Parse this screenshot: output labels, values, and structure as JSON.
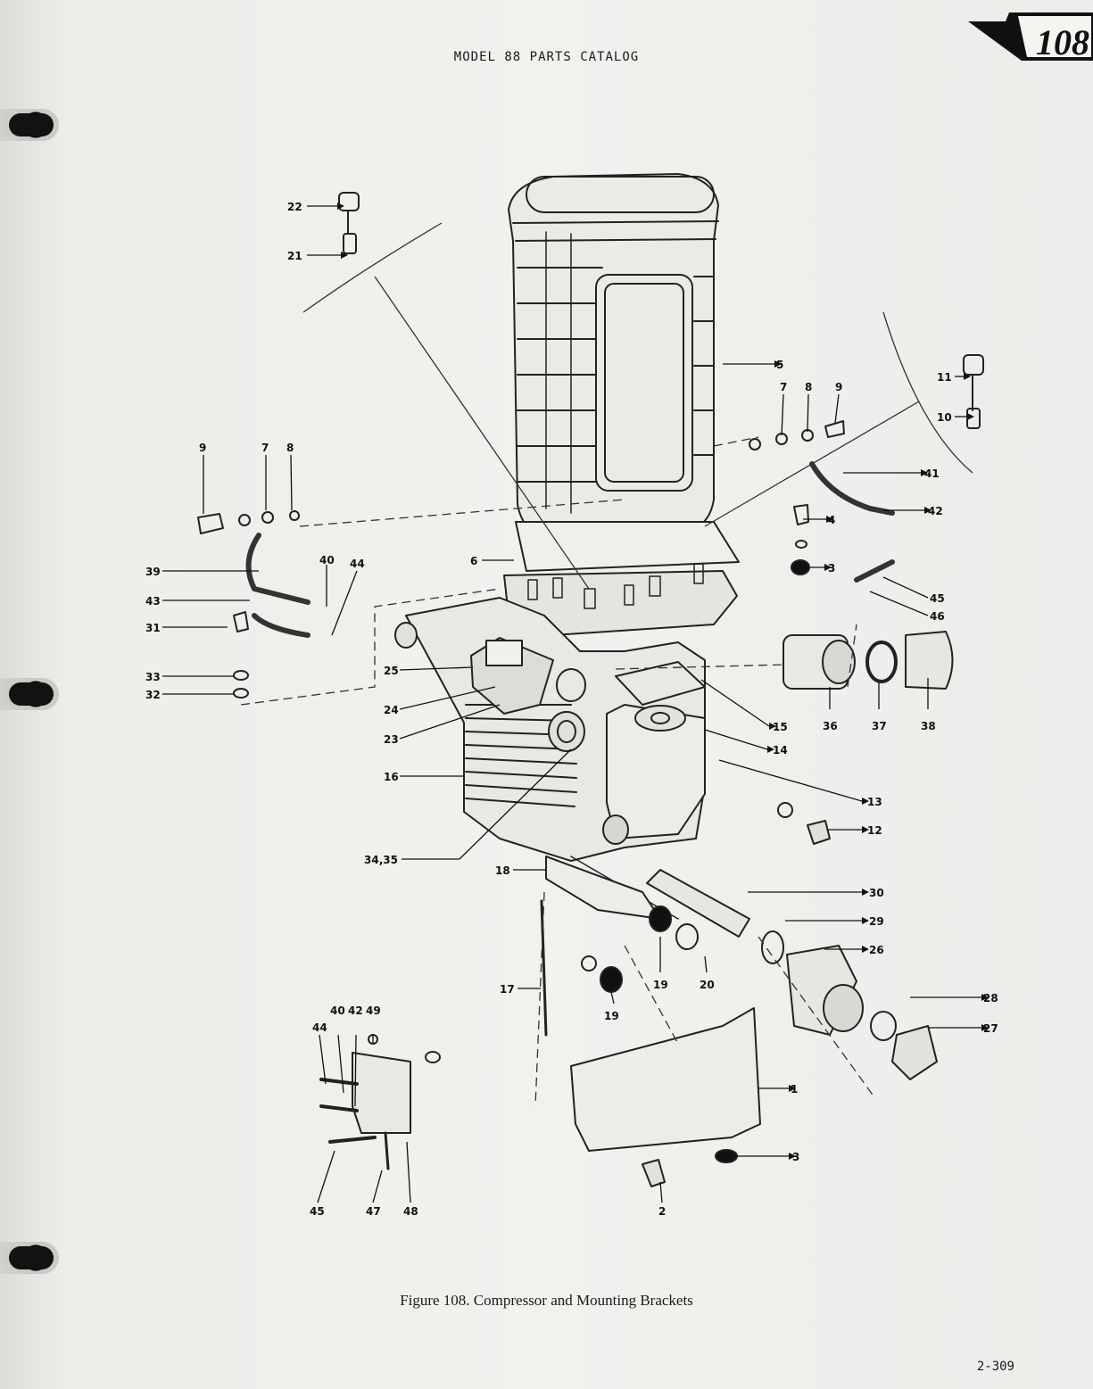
{
  "header": {
    "title": "MODEL 88 PARTS CATALOG",
    "tab_number": "108"
  },
  "figure": {
    "caption": "Figure 108.  Compressor and Mounting Brackets",
    "callouts": [
      {
        "id": "c22",
        "label": "22"
      },
      {
        "id": "c21",
        "label": "21"
      },
      {
        "id": "c5",
        "label": "5"
      },
      {
        "id": "c11",
        "label": "11"
      },
      {
        "id": "c10",
        "label": "10"
      },
      {
        "id": "c7r",
        "label": "7"
      },
      {
        "id": "c8r",
        "label": "8"
      },
      {
        "id": "c9r",
        "label": "9"
      },
      {
        "id": "c9l",
        "label": "9"
      },
      {
        "id": "c7l",
        "label": "7"
      },
      {
        "id": "c8l",
        "label": "8"
      },
      {
        "id": "c41",
        "label": "41"
      },
      {
        "id": "c42",
        "label": "42"
      },
      {
        "id": "c4",
        "label": "4"
      },
      {
        "id": "c6",
        "label": "6"
      },
      {
        "id": "c3a",
        "label": "3"
      },
      {
        "id": "c39",
        "label": "39"
      },
      {
        "id": "c40",
        "label": "40"
      },
      {
        "id": "c44",
        "label": "44"
      },
      {
        "id": "c45",
        "label": "45"
      },
      {
        "id": "c43",
        "label": "43"
      },
      {
        "id": "c46",
        "label": "46"
      },
      {
        "id": "c31",
        "label": "31"
      },
      {
        "id": "c25",
        "label": "25"
      },
      {
        "id": "c33",
        "label": "33"
      },
      {
        "id": "c32",
        "label": "32"
      },
      {
        "id": "c24",
        "label": "24"
      },
      {
        "id": "c36",
        "label": "36"
      },
      {
        "id": "c37",
        "label": "37"
      },
      {
        "id": "c38",
        "label": "38"
      },
      {
        "id": "c15",
        "label": "15"
      },
      {
        "id": "c14",
        "label": "14"
      },
      {
        "id": "c23",
        "label": "23"
      },
      {
        "id": "c16",
        "label": "16"
      },
      {
        "id": "c13",
        "label": "13"
      },
      {
        "id": "c12",
        "label": "12"
      },
      {
        "id": "c3435",
        "label": "34,35"
      },
      {
        "id": "c18",
        "label": "18"
      },
      {
        "id": "c30",
        "label": "30"
      },
      {
        "id": "c29",
        "label": "29"
      },
      {
        "id": "c26",
        "label": "26"
      },
      {
        "id": "c17",
        "label": "17"
      },
      {
        "id": "c19a",
        "label": "19"
      },
      {
        "id": "c20",
        "label": "20"
      },
      {
        "id": "c19b",
        "label": "19"
      },
      {
        "id": "c28",
        "label": "28"
      },
      {
        "id": "c27",
        "label": "27"
      },
      {
        "id": "c44b",
        "label": "44"
      },
      {
        "id": "c40b",
        "label": "40"
      },
      {
        "id": "c42b",
        "label": "42"
      },
      {
        "id": "c49",
        "label": "49"
      },
      {
        "id": "c1",
        "label": "1"
      },
      {
        "id": "c3b",
        "label": "3"
      },
      {
        "id": "c45b",
        "label": "45"
      },
      {
        "id": "c47",
        "label": "47"
      },
      {
        "id": "c48",
        "label": "48"
      },
      {
        "id": "c2",
        "label": "2"
      }
    ]
  },
  "footer": {
    "page_number": "2-309"
  }
}
